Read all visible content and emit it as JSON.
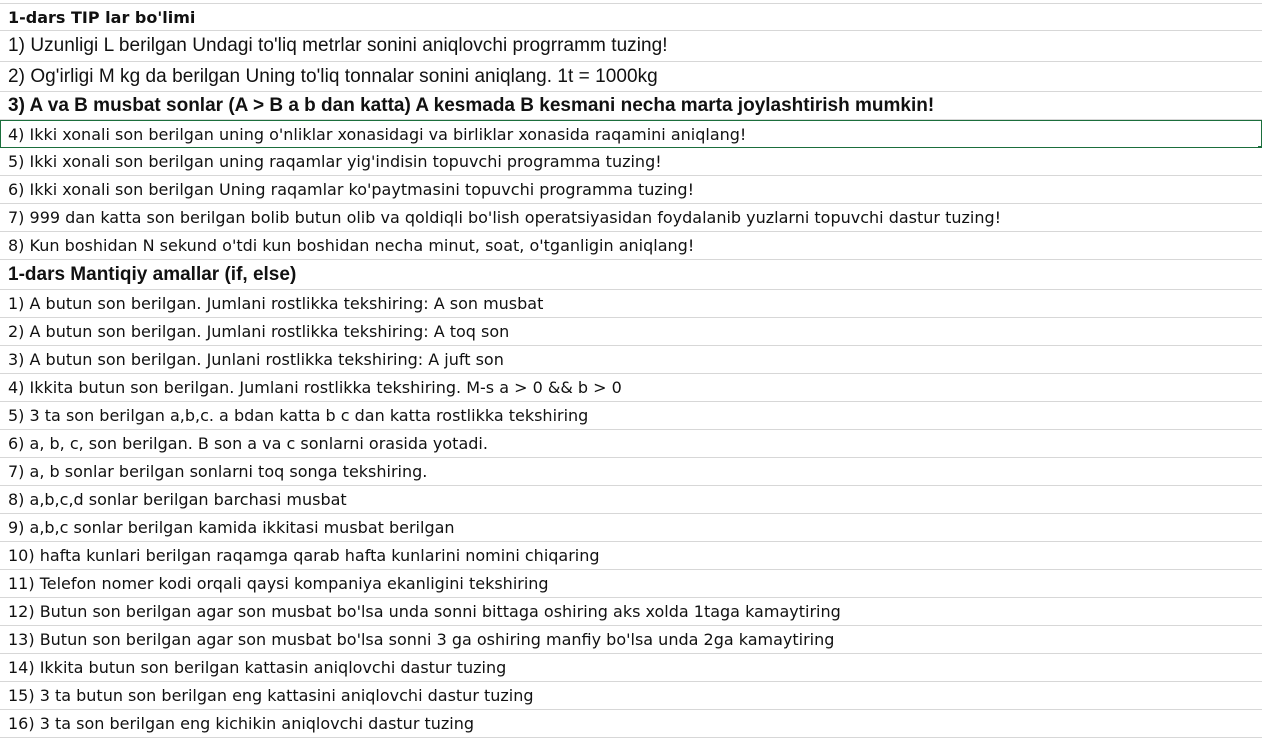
{
  "rows": [
    "1-dars TIP lar bo'limi",
    "1) Uzunligi L berilgan Undagi to'liq metrlar sonini aniqlovchi progrramm tuzing!",
    "2) Og'irligi M kg da berilgan Uning to'liq tonnalar sonini aniqlang. 1t = 1000kg",
    "3) A va  B musbat sonlar (A > B a b dan katta) A kesmada B kesmani necha marta joylashtirish mumkin!",
    "4) Ikki xonali son berilgan uning o'nliklar xonasidagi va birliklar xonasida raqamini aniqlang!",
    "5) Ikki xonali son berilgan uning raqamlar yig'indisin topuvchi programma tuzing!",
    "6) Ikki xonali son berilgan Uning raqamlar ko'paytmasini topuvchi programma tuzing!",
    "7) 999 dan katta son berilgan bolib butun olib va qoldiqli bo'lish operatsiyasidan foydalanib yuzlarni topuvchi dastur tuzing!",
    "8) Kun boshidan N sekund o'tdi kun boshidan necha minut, soat, o'tganligin aniqlang!",
    "1-dars Mantiqiy amallar (if, else)",
    "1) A butun son berilgan. Jumlani rostlikka tekshiring: A son musbat",
    "2) A butun son berilgan. Jumlani rostlikka tekshiring: A toq son",
    "3) A butun son berilgan. Junlani rostlikka tekshiring: A juft son",
    "4) Ikkita butun son berilgan. Jumlani rostlikka tekshiring. M-s a > 0 && b > 0",
    "5) 3 ta son berilgan a,b,c. a bdan katta b c dan katta rostlikka tekshiring",
    "6) a, b, c, son berilgan. B son a va c sonlarni orasida yotadi.",
    "7) a, b sonlar berilgan sonlarni toq songa tekshiring.",
    "8) a,b,c,d sonlar berilgan barchasi musbat",
    "9) a,b,c sonlar berilgan kamida ikkitasi musbat berilgan",
    "10) hafta kunlari berilgan raqamga qarab hafta kunlarini nomini chiqaring",
    "11) Telefon nomer kodi orqali qaysi kompaniya ekanligini tekshiring",
    "12) Butun son berilgan agar son musbat bo'lsa unda sonni bittaga oshiring aks xolda 1taga kamaytiring",
    "13) Butun son berilgan agar son musbat bo'lsa sonni 3 ga oshiring manfiy bo'lsa unda 2ga kamaytiring",
    "14) Ikkita butun son berilgan kattasin aniqlovchi dastur tuzing",
    "15) 3 ta butun son berilgan eng kattasini aniqlovchi dastur tuzing",
    "16) 3 ta son berilgan eng kichikin aniqlovchi dastur tuzing"
  ],
  "colors": {
    "grid": "#d7d7d7",
    "selection": "#1b6e3c",
    "text": "#111111",
    "background": "#ffffff"
  }
}
